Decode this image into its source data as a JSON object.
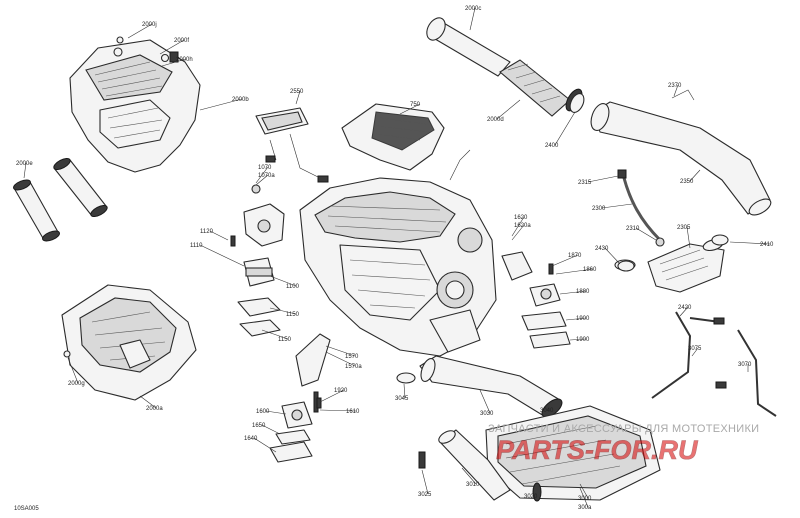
{
  "diagram": {
    "figure_code": "10SA005",
    "callouts": [
      {
        "id": "c-2000j",
        "text": "2000j"
      },
      {
        "id": "c-2000f",
        "text": "2000f"
      },
      {
        "id": "c-2000h",
        "text": "2000h"
      },
      {
        "id": "c-2000b",
        "text": "2000b"
      },
      {
        "id": "c-2000c",
        "text": "2000c"
      },
      {
        "id": "c-2000e",
        "text": "2000e"
      },
      {
        "id": "c-2000d",
        "text": "2000d"
      },
      {
        "id": "c-2000g",
        "text": "2000g"
      },
      {
        "id": "c-2000a",
        "text": "2000a"
      },
      {
        "id": "c-2550",
        "text": "2550"
      },
      {
        "id": "c-750",
        "text": "750"
      },
      {
        "id": "c-1070",
        "text": "1070"
      },
      {
        "id": "c-1070a",
        "text": "1070a"
      },
      {
        "id": "c-1120",
        "text": "1120"
      },
      {
        "id": "c-1110",
        "text": "1110"
      },
      {
        "id": "c-1100",
        "text": "1100"
      },
      {
        "id": "c-1150a",
        "text": "1150"
      },
      {
        "id": "c-1150b",
        "text": "1150"
      },
      {
        "id": "c-1620",
        "text": "1620"
      },
      {
        "id": "c-1620a",
        "text": "1620a"
      },
      {
        "id": "c-1870",
        "text": "1870"
      },
      {
        "id": "c-1860",
        "text": "1860"
      },
      {
        "id": "c-1880",
        "text": "1880"
      },
      {
        "id": "c-1900a",
        "text": "1900"
      },
      {
        "id": "c-1900b",
        "text": "1900"
      },
      {
        "id": "c-2400",
        "text": "2400"
      },
      {
        "id": "c-2370",
        "text": "2370"
      },
      {
        "id": "c-2350",
        "text": "2350"
      },
      {
        "id": "c-2315",
        "text": "2315"
      },
      {
        "id": "c-2300",
        "text": "2300"
      },
      {
        "id": "c-2310",
        "text": "2310"
      },
      {
        "id": "c-2305",
        "text": "2305"
      },
      {
        "id": "c-2410",
        "text": "2410"
      },
      {
        "id": "c-2430",
        "text": "2430"
      },
      {
        "id": "c-2420",
        "text": "2420"
      },
      {
        "id": "c-3075",
        "text": "3075"
      },
      {
        "id": "c-3070",
        "text": "3070"
      },
      {
        "id": "c-1570",
        "text": "1570"
      },
      {
        "id": "c-1570a",
        "text": "1570a"
      },
      {
        "id": "c-1920",
        "text": "1920"
      },
      {
        "id": "c-1610",
        "text": "1610"
      },
      {
        "id": "c-1600",
        "text": "1600"
      },
      {
        "id": "c-1650",
        "text": "1650"
      },
      {
        "id": "c-1640",
        "text": "1640"
      },
      {
        "id": "c-3045",
        "text": "3045"
      },
      {
        "id": "c-3030",
        "text": "3030"
      },
      {
        "id": "c-3040",
        "text": "3040"
      },
      {
        "id": "c-3020",
        "text": "3020"
      },
      {
        "id": "c-3010",
        "text": "3010"
      },
      {
        "id": "c-3025",
        "text": "3025"
      },
      {
        "id": "c-3000",
        "text": "3000"
      },
      {
        "id": "c-3000a",
        "text": "300a"
      }
    ]
  },
  "watermark": {
    "caption": "ЗАПЧАСТИ И АКСЕССУАРЫ ДЛЯ МОТОТЕХНИКИ",
    "logo_text": "PARTS-FOR.RU"
  }
}
